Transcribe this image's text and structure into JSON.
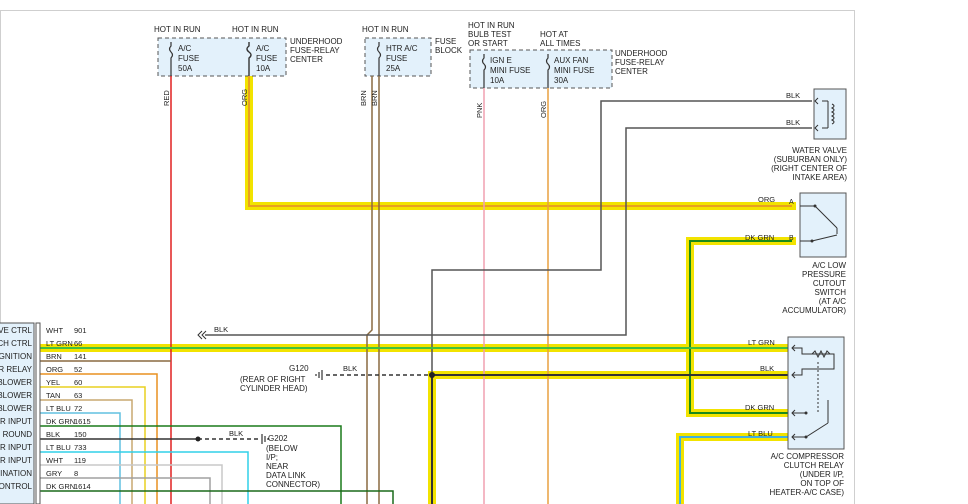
{
  "fuses": [
    {
      "hot": "HOT IN RUN",
      "l1": "A/C",
      "l2": "FUSE",
      "l3": "50A"
    },
    {
      "hot": "HOT IN RUN",
      "l1": "A/C",
      "l2": "FUSE",
      "l3": "10A"
    },
    {
      "hot": "HOT IN RUN",
      "l1": "HTR A/C",
      "l2": "FUSE",
      "l3": "25A"
    },
    {
      "hot1": "HOT IN RUN",
      "hot2": "BULB TEST",
      "hot3": "OR START",
      "l1": "IGN E",
      "l2": "MINI FUSE",
      "l3": "10A"
    },
    {
      "hot1": "HOT AT",
      "hot2": "ALL TIMES",
      "l1": "AUX FAN",
      "l2": "MINI FUSE",
      "l3": "30A"
    }
  ],
  "fuse_relay_center_1": [
    "UNDERHOOD",
    "FUSE-RELAY",
    "CENTER"
  ],
  "fuse_block": [
    "FUSE",
    "BLOCK"
  ],
  "fuse_relay_center_2": [
    "UNDERHOOD",
    "FUSE-RELAY",
    "CENTER"
  ],
  "vertical_wire_labels": [
    "RED",
    "ORG",
    "BRN",
    "BRN",
    "PNK",
    "ORG"
  ],
  "water_valve": {
    "wires": [
      "BLK",
      "BLK"
    ],
    "label": [
      "WATER VALVE",
      "(SUBURBAN ONLY)",
      "(RIGHT CENTER OF",
      "INTAKE AREA)"
    ]
  },
  "pressure_switch": {
    "wire_a": "ORG",
    "pin_a": "A",
    "wire_b": "DK GRN",
    "pin_b": "B",
    "label": [
      "A/C LOW",
      "PRESSURE",
      "CUTOUT",
      "SWITCH",
      "(AT A/C",
      "ACCUMULATOR)"
    ]
  },
  "relay": {
    "wires": [
      "LT GRN",
      "BLK",
      "DK GRN",
      "LT BLU"
    ],
    "label": [
      "A/C COMPRESSOR",
      "CLUTCH RELAY",
      "(UNDER I/P,",
      "ON TOP OF",
      "HEATER-A/C CASE)"
    ]
  },
  "blk_arrow_label": "BLK",
  "g120": {
    "wire": "BLK",
    "name": "G120",
    "l1": "(REAR OF RIGHT",
    "l2": "CYLINDER HEAD)"
  },
  "g202": {
    "wire": "BLK",
    "name": "G202",
    "l1": "(BELOW",
    "l2": "I/P;",
    "l3": "NEAR",
    "l4": "DATA LINK",
    "l5": "CONNECTOR)"
  },
  "connector_rows": [
    {
      "func": "VE CTRL",
      "color": "WHT",
      "circuit": "901"
    },
    {
      "func": "CH CTRL",
      "color": "LT GRN",
      "circuit": "66"
    },
    {
      "func": "GNITION",
      "color": "BRN",
      "circuit": "141"
    },
    {
      "func": "R RELAY",
      "color": "ORG",
      "circuit": "52"
    },
    {
      "func": "BLOWER",
      "color": "YEL",
      "circuit": "60"
    },
    {
      "func": "BLOWER",
      "color": "TAN",
      "circuit": "63"
    },
    {
      "func": "BLOWER",
      "color": "LT BLU",
      "circuit": "72"
    },
    {
      "func": "R INPUT",
      "color": "DK GRN",
      "circuit": "1615"
    },
    {
      "func": "ROUND",
      "color": "BLK",
      "circuit": "150"
    },
    {
      "func": "R INPUT",
      "color": "LT BLU",
      "circuit": "733"
    },
    {
      "func": "R INPUT",
      "color": "WHT",
      "circuit": "119"
    },
    {
      "func": "INATION",
      "color": "GRY",
      "circuit": "8"
    },
    {
      "func": "CONTROL",
      "color": "DK GRN",
      "circuit": "1614"
    }
  ]
}
